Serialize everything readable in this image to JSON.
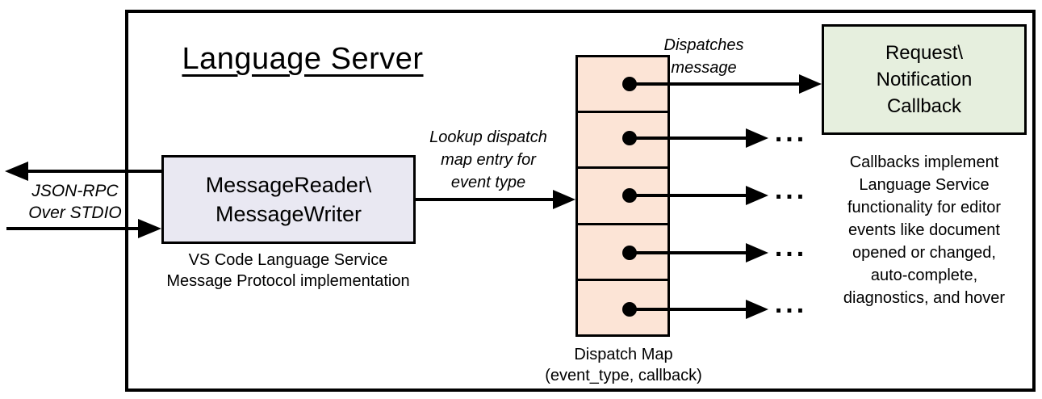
{
  "diagram": {
    "title": "Language Server",
    "io_label": {
      "line1": "JSON-RPC",
      "line2": "Over STDIO"
    },
    "reader_box": {
      "line1": "MessageReader\\",
      "line2": "MessageWriter"
    },
    "reader_caption": {
      "line1": "VS Code Language Service",
      "line2": "Message Protocol implementation"
    },
    "lookup_label": {
      "line1": "Lookup dispatch",
      "line2": "map entry for",
      "line3": "event type"
    },
    "dispatches_label": {
      "line1": "Dispatches",
      "line2": "message"
    },
    "dispatch_map": {
      "cell_count": 5,
      "caption_line1": "Dispatch Map",
      "caption_line2": "(event_type, callback)"
    },
    "callback_box": {
      "line1": "Request\\",
      "line2": "Notification",
      "line3": "Callback"
    },
    "callbacks_note": [
      "Callbacks implement",
      "Language Service",
      "functionality for editor",
      "events like document",
      "opened or changed,",
      "auto-complete,",
      "diagnostics, and hover"
    ],
    "more_callbacks_ellipsis": "...",
    "colors": {
      "reader_fill": "#e9e8f2",
      "dispatch_fill": "#fce4d6",
      "callback_fill": "#e6efde",
      "stroke": "#000000",
      "background": "#ffffff"
    }
  }
}
